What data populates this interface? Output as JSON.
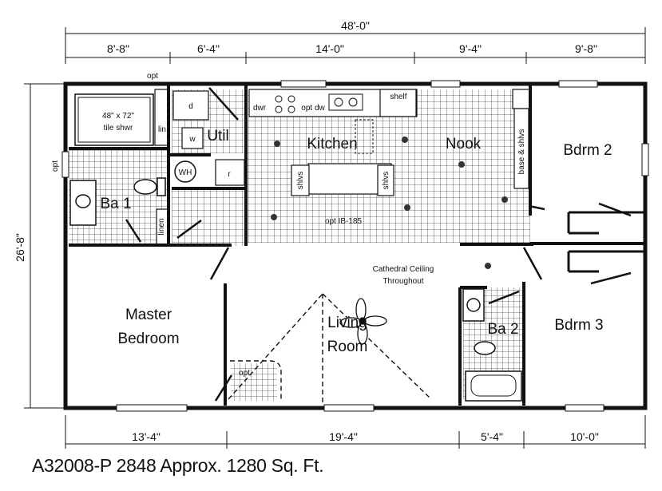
{
  "plan": {
    "caption": "A32008-P 2848  Approx. 1280 Sq. Ft.",
    "overall_width": "48'-0\"",
    "overall_depth": "26'-8\"",
    "top_segments": [
      "8'-8\"",
      "6'-4\"",
      "14'-0\"",
      "9'-4\"",
      "9'-8\""
    ],
    "bottom_segments": [
      "13'-4\"",
      "19'-4\"",
      "5'-4\"",
      "10'-0\""
    ],
    "rooms": {
      "kitchen": "Kitchen",
      "nook": "Nook",
      "bdrm2": "Bdrm 2",
      "bdrm3": "Bdrm 3",
      "ba1": "Ba 1",
      "ba2": "Ba 2",
      "util": "Util",
      "master_line1": "Master",
      "master_line2": "Bedroom",
      "living_line1": "Living",
      "living_line2": "Room"
    },
    "notes": {
      "shower_line1": "48\" x 72\"",
      "shower_line2": "tile shwr",
      "cathedral_line1": "Cathedral Ceiling",
      "cathedral_line2": "Throughout",
      "opt_top": "opt",
      "opt_left": "opt",
      "opt_closet": "opt",
      "opt_ib": "opt IB-185",
      "linen": "linen",
      "lin": "lin",
      "dwr": "dwr",
      "opt_dw": "opt dw",
      "shelf": "shelf",
      "base_shlvs": "base & shlvs",
      "shlvs_left": "shlvs",
      "shlvs_right": "shlvs",
      "dryer": "d",
      "washer": "w",
      "water_heater": "WH",
      "fridge": "r"
    }
  }
}
